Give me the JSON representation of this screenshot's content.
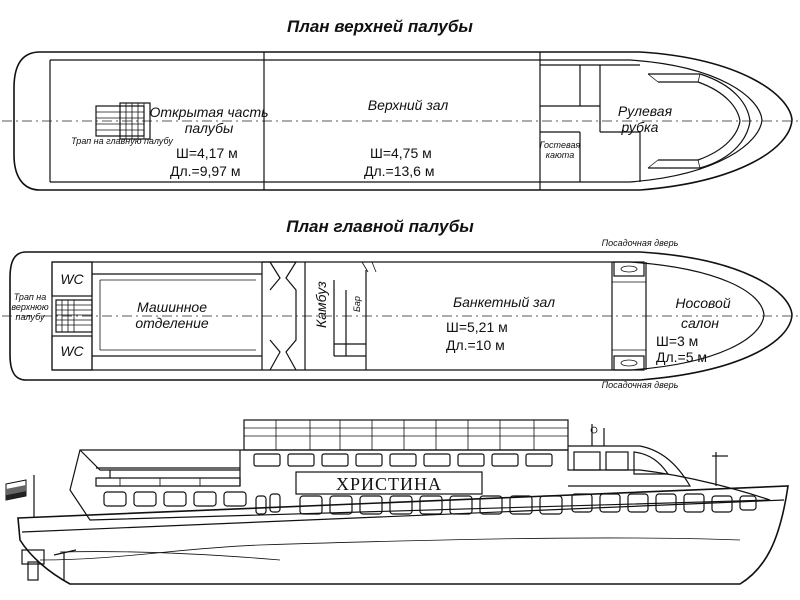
{
  "upper_deck": {
    "title": "План верхней палубы",
    "open_deck": {
      "line1": "Открытая часть",
      "line2": "палубы",
      "width": "Ш=4,17 м",
      "length": "Дл.=9,97 м"
    },
    "ladder_label": "Трап на главную палубу",
    "upper_hall": {
      "name": "Верхний зал",
      "width": "Ш=4,75 м",
      "length": "Дл.=13,6 м"
    },
    "guest_cabin": {
      "line1": "Гостевая",
      "line2": "каюта"
    },
    "wheelhouse": {
      "line1": "Рулевая",
      "line2": "рубка"
    }
  },
  "main_deck": {
    "title": "План главной палубы",
    "boarding_door_top": "Посадочная дверь",
    "boarding_door_bottom": "Посадочная дверь",
    "wc_top": "WC",
    "wc_bottom": "WC",
    "ladder_label": {
      "line1": "Трап на",
      "line2": "верхнюю",
      "line3": "палубу"
    },
    "engine_room": {
      "line1": "Машинное",
      "line2": "отделение"
    },
    "galley": "Камбуз",
    "bar": "Бар",
    "banquet_hall": {
      "name": "Банкетный зал",
      "width": "Ш=5,21 м",
      "length": "Дл.=10 м"
    },
    "bow_saloon": {
      "line1": "Носовой",
      "line2": "салон",
      "width": "Ш=3 м",
      "length": "Дл.=5 м"
    }
  },
  "side_view": {
    "ship_name": "ХРИСТИНА"
  }
}
